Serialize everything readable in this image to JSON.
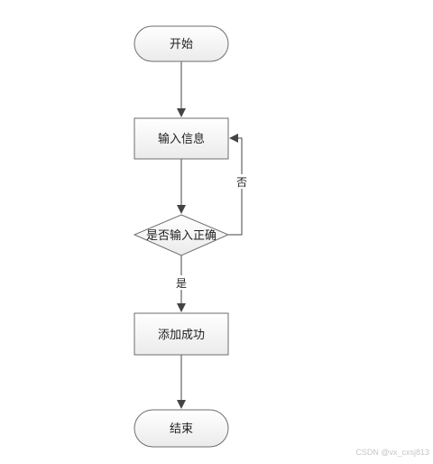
{
  "diagram": {
    "nodes": {
      "start": "开始",
      "input": "输入信息",
      "decision": "是否输入正确",
      "success": "添加成功",
      "end": "结束"
    },
    "edges": {
      "no_label": "否",
      "yes_label": "是"
    },
    "colors": {
      "node_fill_top": "#ffffff",
      "node_fill_bottom": "#ebebeb",
      "node_stroke": "#6e6e6e",
      "line": "#444444"
    }
  },
  "watermark": "CSDN @vx_cxsj813"
}
